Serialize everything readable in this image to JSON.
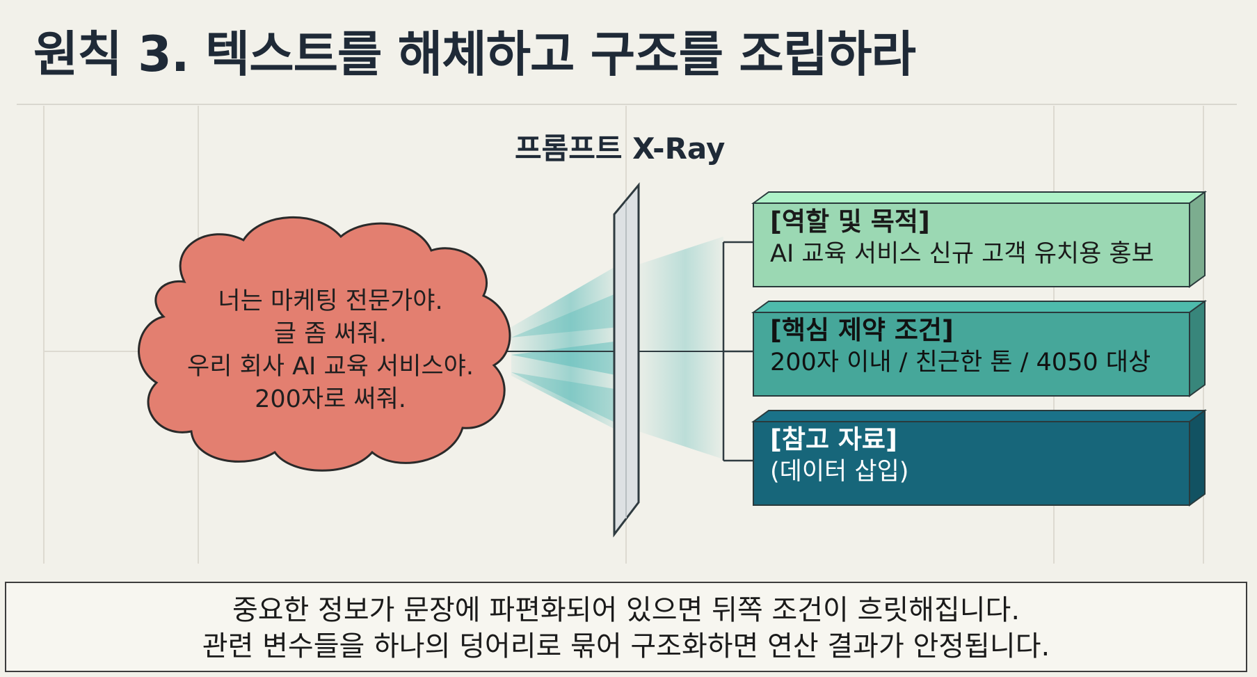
{
  "slide": {
    "title": "원칙 3. 텍스트를 해체하고 구조를 조립하라"
  },
  "diagram": {
    "title": "프롬프트 X-Ray",
    "input_cloud": {
      "lines": [
        "너는 마케팅 전문가야.",
        "글 좀 써줘.",
        "우리 회사 AI 교육 서비스야.",
        "200자로 써줘."
      ],
      "fill_color": "#e37f70"
    },
    "filter_panel": {
      "color": "#dde1e3"
    },
    "beam": {
      "color": "#4fb7b5"
    },
    "output_blocks": [
      {
        "heading": "[역할 및 목적]",
        "body": "AI 교육 서비스 신규 고객 유치용 홍보",
        "fill_color": "#9bd8b3",
        "text_color": "#1a1a1a"
      },
      {
        "heading": "[핵심 제약 조건]",
        "body": "200자 이내 / 친근한 톤 / 4050 대상",
        "fill_color": "#46a79a",
        "text_color": "#111111"
      },
      {
        "heading": "[참고 자료]",
        "body": "(데이터 삽입)",
        "fill_color": "#17667a",
        "text_color": "#ffffff"
      }
    ]
  },
  "caption": {
    "lines": [
      "중요한 정보가 문장에 파편화되어 있으면 뒤쪽 조건이 흐릿해집니다.",
      "관련 변수들을 하나의 덩어리로 묶어 구조화하면 연산 결과가 안정됩니다."
    ]
  }
}
